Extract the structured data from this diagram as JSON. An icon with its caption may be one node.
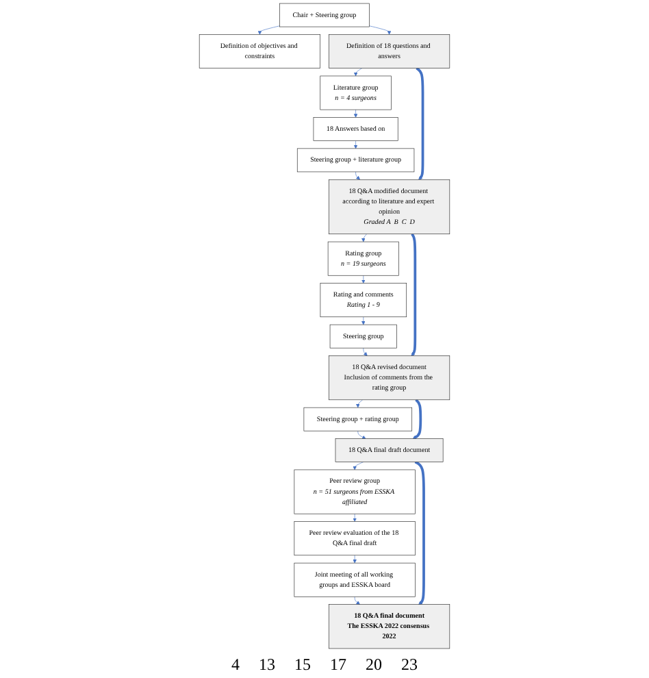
{
  "diagram": {
    "nodes": [
      {
        "text": [
          "Chair + Steering group"
        ]
      },
      {
        "text": [
          "Definition of objectives and constraints"
        ]
      },
      {
        "text": [
          "Definition of 18 questions and answers"
        ]
      },
      {
        "text": [
          "Literature group",
          "n = 4 surgeons"
        ]
      },
      {
        "text": [
          "18 Answers based on"
        ]
      },
      {
        "text": [
          "Steering group + literature group"
        ]
      },
      {
        "text": [
          "18 Q&A modified document according to literature and expert opinion",
          "Graded A  B  C  D"
        ]
      },
      {
        "text": [
          "Rating group",
          "n = 19 surgeons"
        ]
      },
      {
        "text": [
          "Rating and comments",
          "Rating 1 - 9"
        ]
      },
      {
        "text": [
          "Steering group"
        ]
      },
      {
        "text": [
          "18 Q&A revised document",
          "Inclusion of comments from the rating group"
        ]
      },
      {
        "text": [
          "Steering group + rating group"
        ]
      },
      {
        "text": [
          "18 Q&A final draft document"
        ]
      },
      {
        "text": [
          "Peer review group",
          "n = 51 surgeons from ESSKA affiliated"
        ]
      },
      {
        "text": [
          "Peer review evaluation of the 18 Q&A final draft"
        ]
      },
      {
        "text": [
          "Joint meeting of all working groups and ESSKA board"
        ]
      },
      {
        "text": [
          "18 Q&A final document",
          "The ESSKA 2022 consensus 2022"
        ]
      }
    ],
    "edges": [
      {
        "from": 0,
        "to": 1,
        "arrow": "to"
      },
      {
        "from": 0,
        "to": 2,
        "arrow": "to"
      },
      {
        "from": 2,
        "to": 3,
        "arrow": "to"
      },
      {
        "from": 3,
        "to": 4,
        "arrow": "to"
      },
      {
        "from": 4,
        "to": 5,
        "arrow": "to"
      },
      {
        "from": 5,
        "to": 6,
        "arrow": "to"
      },
      {
        "from": 6,
        "to": 7,
        "arrow": "to"
      },
      {
        "from": 7,
        "to": 8,
        "arrow": "to"
      },
      {
        "from": 8,
        "to": 9,
        "arrow": "to"
      },
      {
        "from": 9,
        "to": 10,
        "arrow": "to"
      },
      {
        "from": 10,
        "to": 11,
        "arrow": "to"
      },
      {
        "from": 11,
        "to": 12,
        "arrow": "to"
      },
      {
        "from": 12,
        "to": 13,
        "arrow": "to"
      },
      {
        "from": 13,
        "to": 14,
        "arrow": "to"
      },
      {
        "from": 14,
        "to": 15,
        "arrow": "to"
      },
      {
        "from": 15,
        "to": 16,
        "arrow": "to"
      },
      {
        "from": 2,
        "to": 6,
        "arrow": "to",
        "style": "thick"
      },
      {
        "from": 6,
        "to": 10,
        "arrow": "to",
        "style": "thick"
      },
      {
        "from": 10,
        "to": 12,
        "arrow": "to",
        "style": "thick"
      },
      {
        "from": 12,
        "to": 16,
        "arrow": "to",
        "style": "thick"
      }
    ],
    "labels": [
      "4",
      "13",
      "15",
      "17",
      "20",
      "23"
    ]
  }
}
